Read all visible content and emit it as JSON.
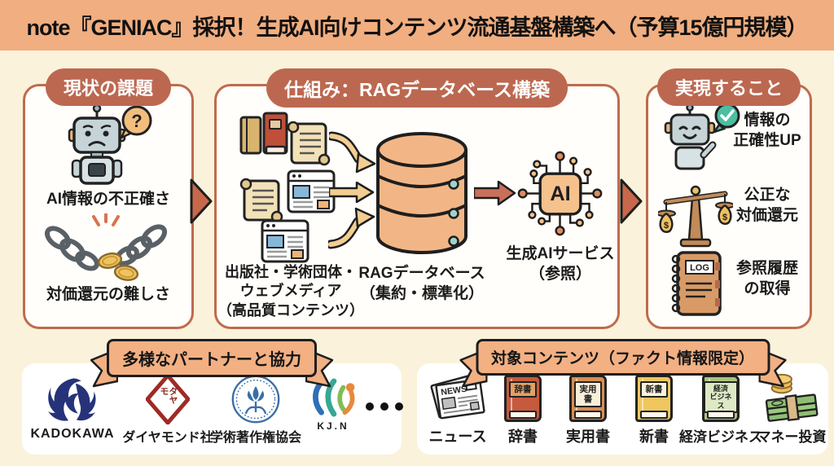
{
  "colors": {
    "header_bg": "#F1AE80",
    "page_bg": "#FAF2DB",
    "panel_border": "#BF6B4D",
    "pill_bg": "#BC6850",
    "ribbon_bg": "#F2B083",
    "triangle_arrow": "#C8684A",
    "db_fill": "#F2B686",
    "ai_chip_fill": "#F5C18D",
    "source_arrow": "#F3CE92",
    "big_arrow": "#C9705B",
    "check_bubble": "#4CBEA1",
    "question_bubble": "#F3BE7C"
  },
  "header": {
    "title": "note『GENIAC』採択！生成AI向けコンテンツ流通基盤構築へ（予算15億円規模）"
  },
  "problems": {
    "title": "現状の課題",
    "question_mark": "?",
    "item1_label": "AI情報の不正確さ",
    "item2_label": "対価還元の難しさ"
  },
  "mechanism": {
    "title": "仕組み：RAGデータベース構築",
    "sources_label": "出版社・学術団体・\nウェブメディア\n（高品質コンテンツ）",
    "db_label": "RAGデータベース\n（集約・標準化）",
    "ai_chip": "AI",
    "ai_label": "生成AIサービス\n（参照）"
  },
  "outcomes": {
    "title": "実現すること",
    "item1_label": "情報の\n正確性UP",
    "item2_label": "公正な\n対価還元",
    "item3_label": "参照履歴\nの取得",
    "log_text": "LOG",
    "bag_symbol": "$"
  },
  "partners": {
    "title": "多様なパートナーと協力",
    "logos": [
      {
        "caption": "KADOKAWA"
      },
      {
        "caption": "ダイヤモンド社",
        "mark": "ダヤモ"
      },
      {
        "caption": "学術著作権協会"
      },
      {
        "caption": "KJ.N"
      }
    ]
  },
  "contents": {
    "title": "対象コンテンツ（ファクト情報限定）",
    "items": [
      {
        "type": "newspaper",
        "cover": "NEWS",
        "caption": "ニュース"
      },
      {
        "type": "book",
        "cover": "辞書",
        "caption": "辞書",
        "book_color": "#C65A3C",
        "patch_color": "#E2A066"
      },
      {
        "type": "book",
        "cover": "実用書",
        "caption": "実用書",
        "book_color": "#D78E52",
        "patch_color": "#F7EFDA"
      },
      {
        "type": "book",
        "cover": "新書",
        "caption": "新書",
        "book_color": "#EFC75E",
        "patch_color": "#FBF4DC"
      },
      {
        "type": "book",
        "cover": "経済\nビジネス",
        "caption": "経済ビジネス",
        "book_color": "#A9C47F",
        "patch_color": "#DDE9C4"
      },
      {
        "type": "money",
        "caption": "マネー投資"
      }
    ]
  }
}
